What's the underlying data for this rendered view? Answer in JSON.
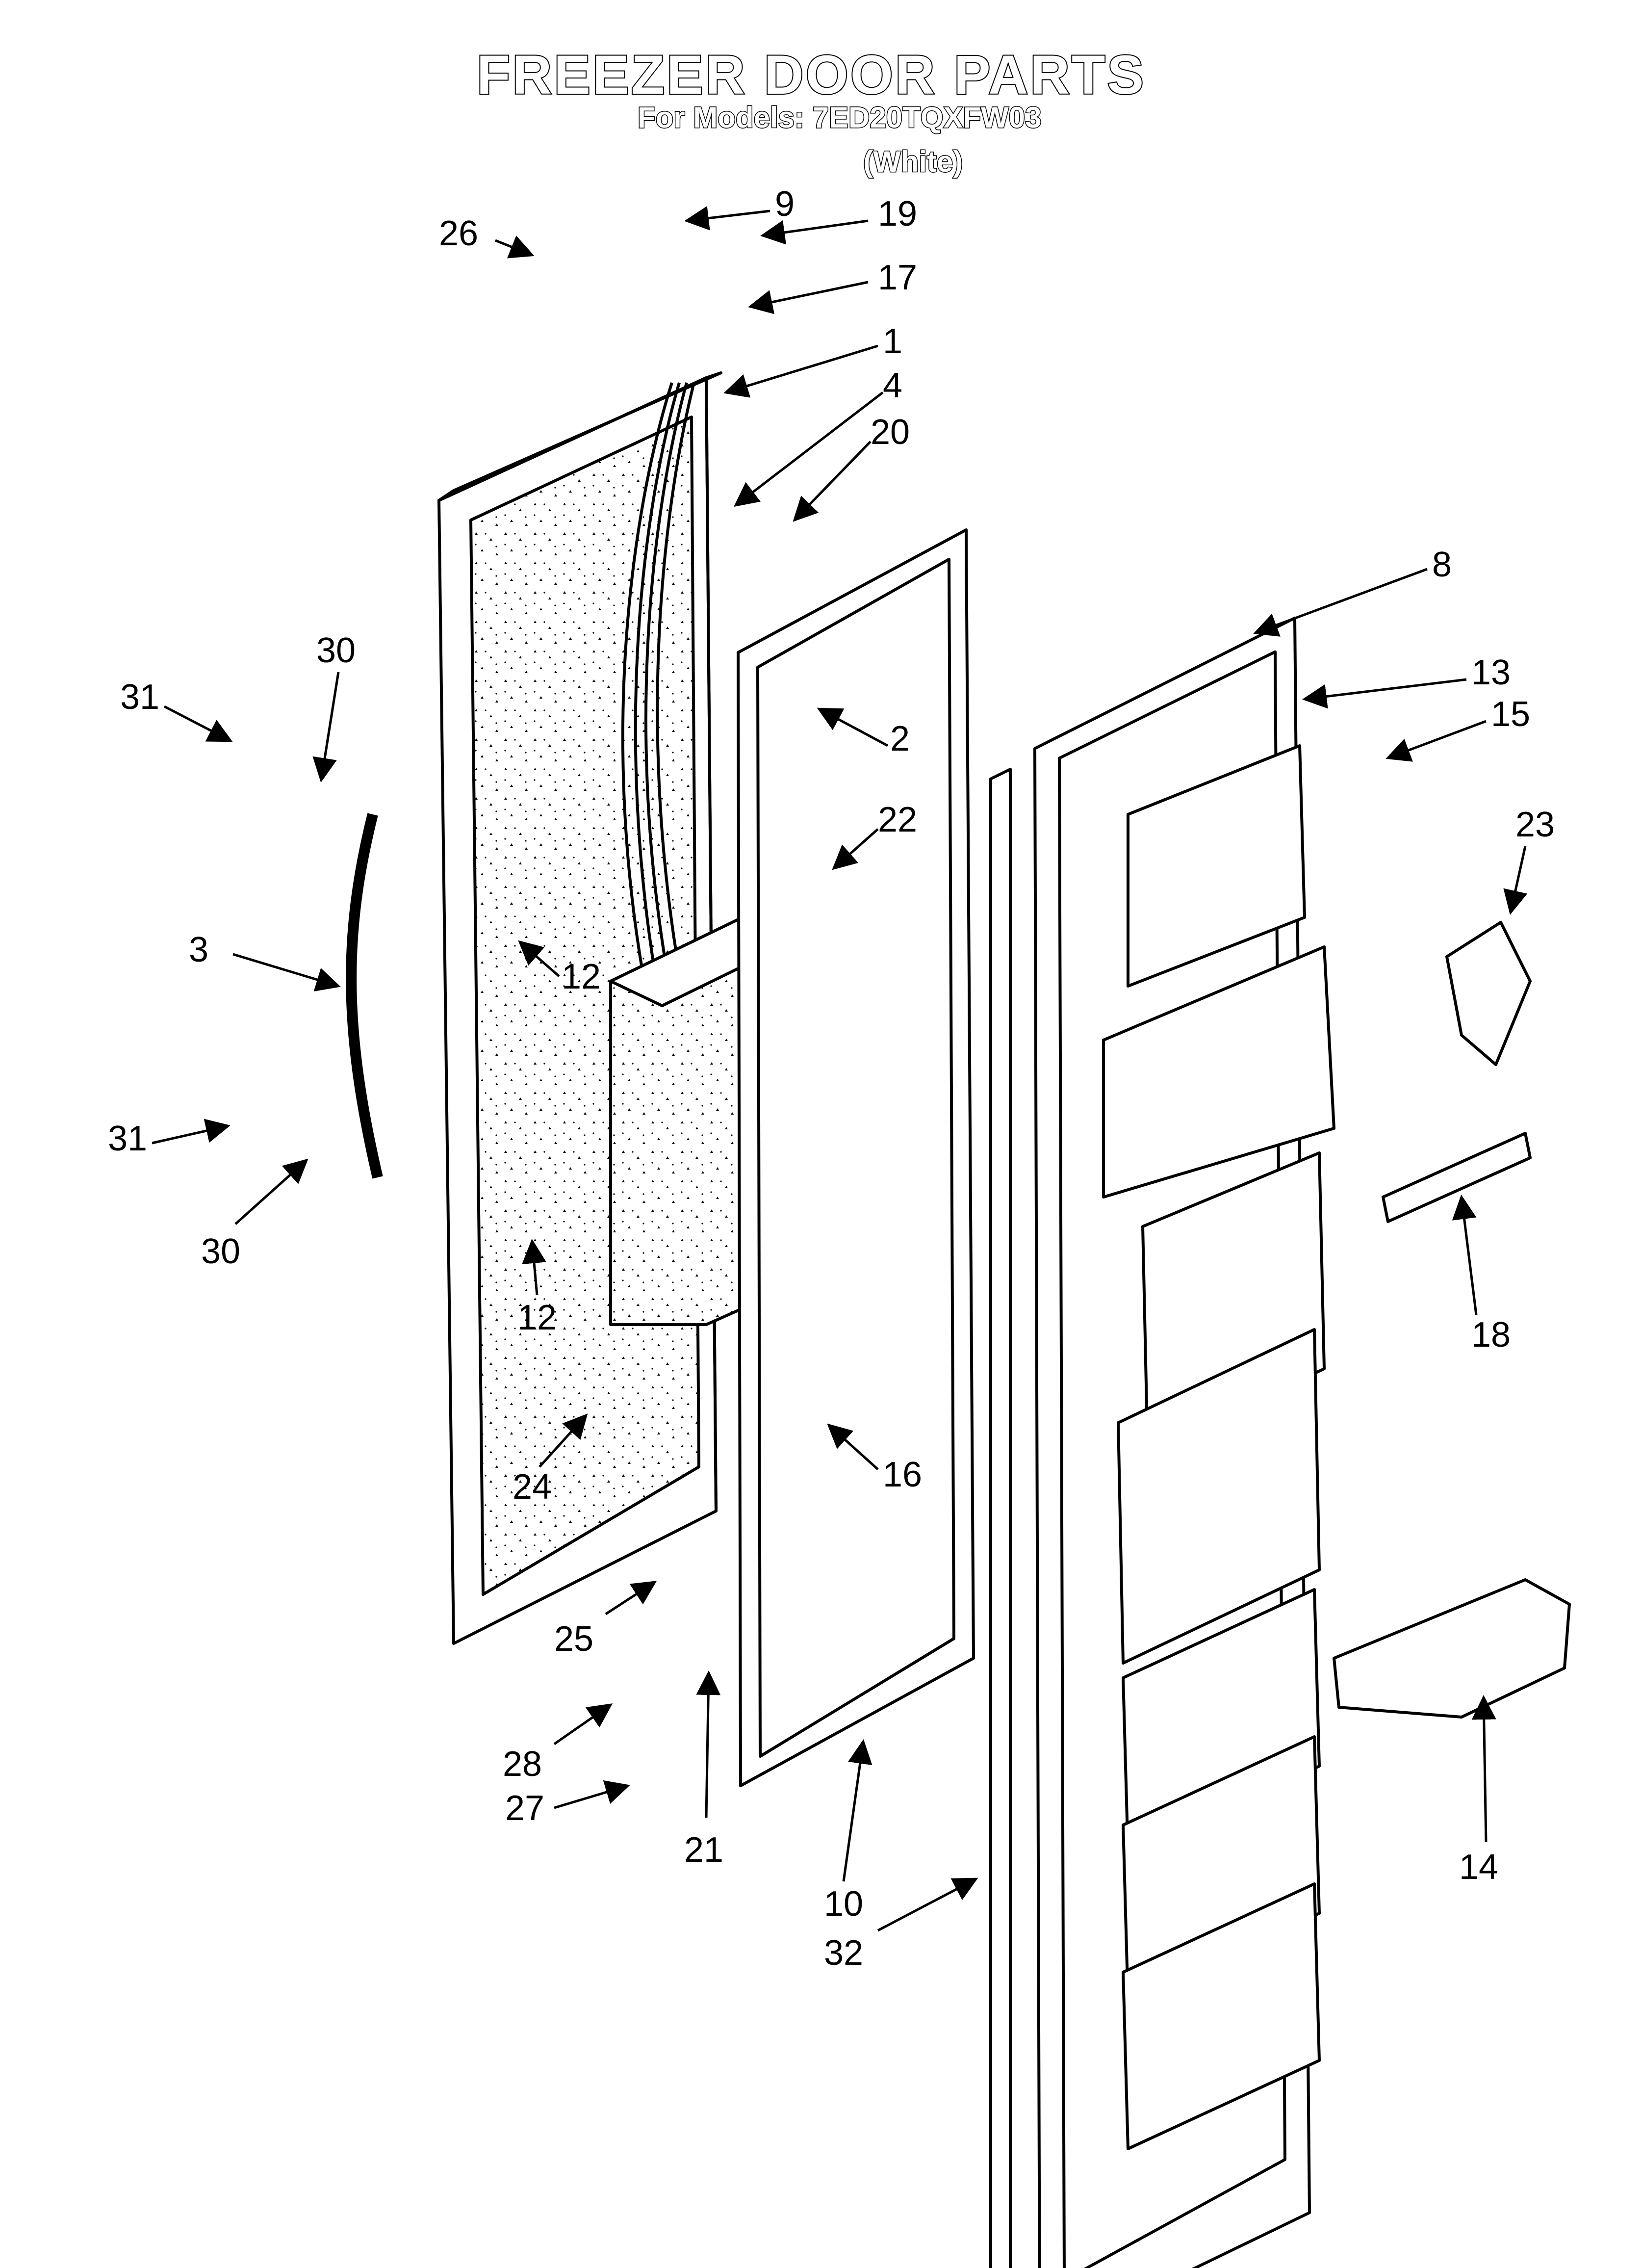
{
  "title": "FREEZER DOOR PARTS",
  "subtitle": "For Models: 7ED20TQXFW03",
  "color_note": "(White)",
  "callouts": [
    "26",
    "9",
    "19",
    "17",
    "1",
    "4",
    "20",
    "8",
    "13",
    "15",
    "31",
    "30",
    "2",
    "22",
    "23",
    "3",
    "12",
    "30",
    "31",
    "12",
    "18",
    "24",
    "16",
    "25",
    "28",
    "27",
    "21",
    "10",
    "32",
    "14"
  ]
}
